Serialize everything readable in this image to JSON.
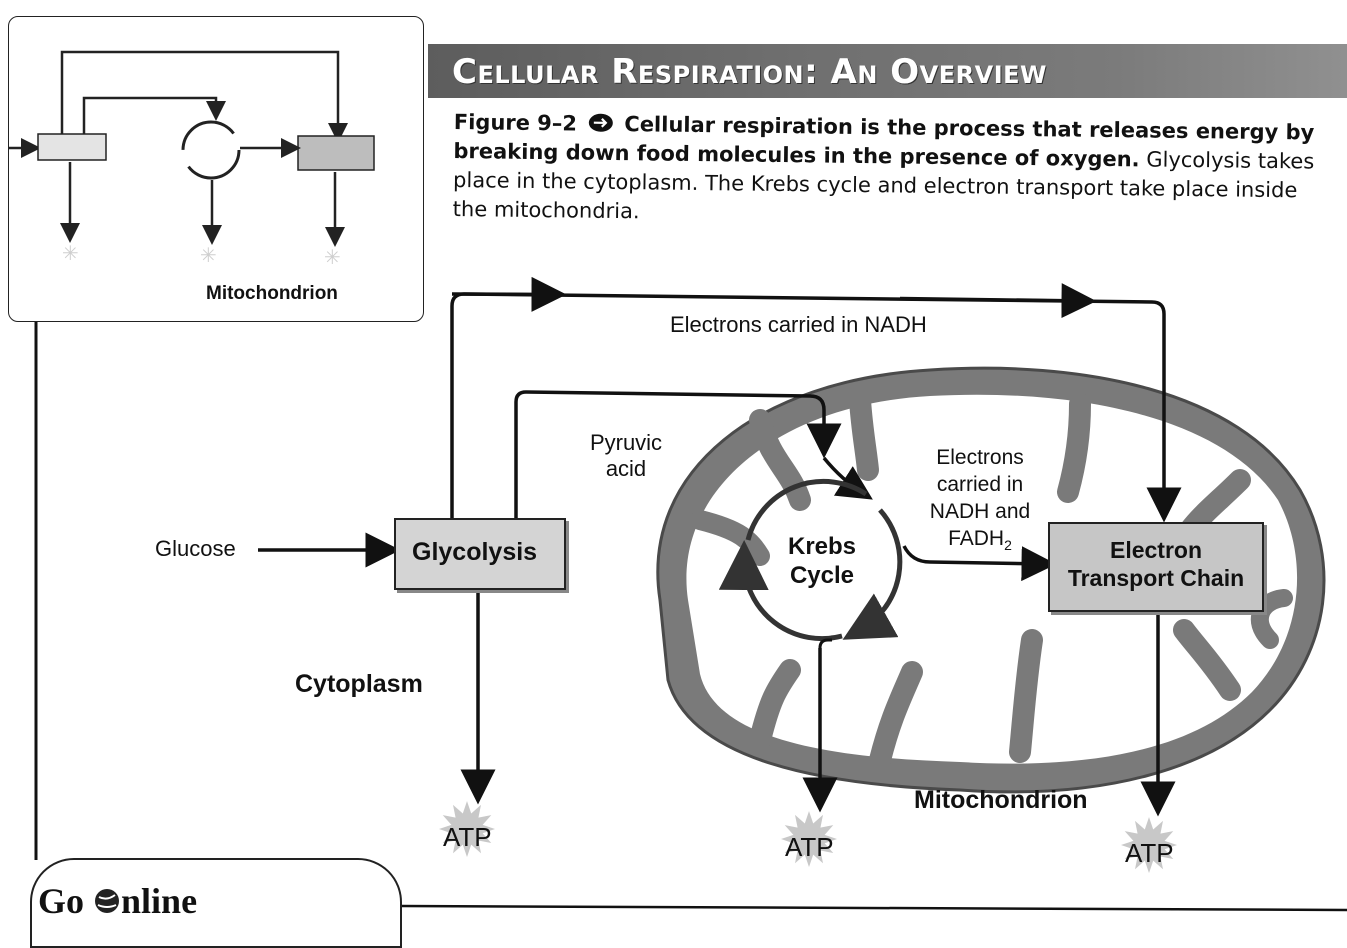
{
  "banner": {
    "title": "Cellular Respiration: An Overview"
  },
  "caption": {
    "figure_label": "Figure 9–2",
    "icon": "key-concept-icon",
    "bold_text": "Cellular respiration is the process that releases energy by breaking down food molecules in the presence of oxygen.",
    "text": "Glycolysis takes place in the cytoplasm. The Krebs cycle and electron transport take place inside the mitochondria."
  },
  "inset": {
    "caption": "Mitochondrion"
  },
  "diagram": {
    "glucose": "Glucose",
    "glycolysis": "Glycolysis",
    "pyruvic_acid_1": "Pyruvic",
    "pyruvic_acid_2": "acid",
    "electrons_nadh": "Electrons carried in NADH",
    "krebs_1": "Krebs",
    "krebs_2": "Cycle",
    "electrons_nadh_fadh2_1": "Electrons",
    "electrons_nadh_fadh2_2": "carried in",
    "electrons_nadh_fadh2_3": "NADH and",
    "electrons_nadh_fadh2_4": "FADH",
    "electrons_nadh_fadh2_sub": "2",
    "etc_1": "Electron",
    "etc_2": "Transport Chain",
    "cytoplasm": "Cytoplasm",
    "mitochondrion": "Mitochondrion",
    "atp_1": "ATP",
    "atp_2": "ATP",
    "atp_3": "ATP"
  },
  "go_online": {
    "text_before": "Go ",
    "icon": "globe-icon",
    "text_after": "nline"
  },
  "colors": {
    "banner": "#6f6f6f",
    "box_fill": "#d4d4d4",
    "mito_outer": "#777777",
    "mito_inner": "#ffffff"
  }
}
